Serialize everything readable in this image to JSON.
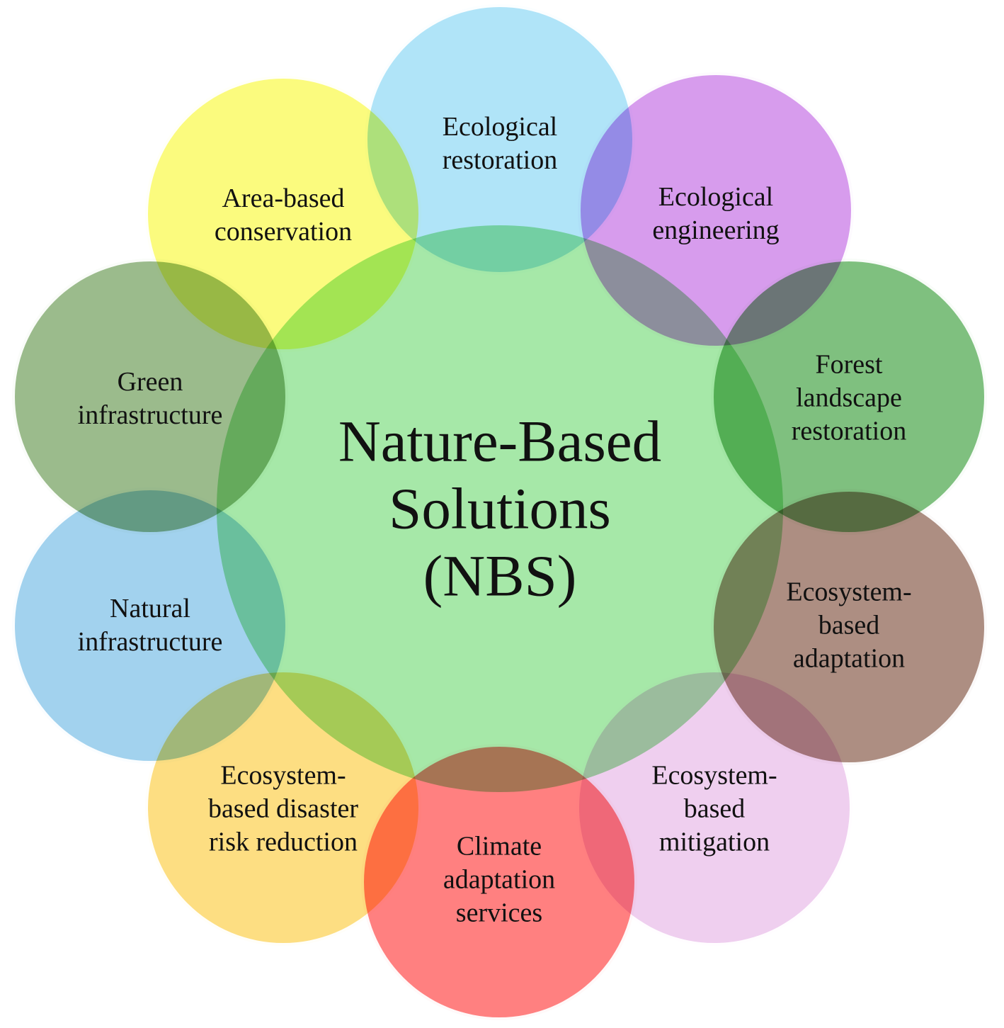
{
  "center": {
    "lines": [
      "Nature-Based",
      "Solutions",
      "(NBS)"
    ],
    "color": "#a6e8a8"
  },
  "nodes": [
    {
      "id": "ecological-restoration",
      "lines": [
        "Ecological",
        "restoration"
      ],
      "color": "#b0e4f8"
    },
    {
      "id": "ecological-engineering",
      "lines": [
        "Ecological",
        "engineering"
      ],
      "color": "#d79ced"
    },
    {
      "id": "forest-landscape-restoration",
      "lines": [
        "Forest",
        "landscape",
        "restoration"
      ],
      "color": "#7fc07f"
    },
    {
      "id": "ecosystem-based-adaptation",
      "lines": [
        "Ecosystem-",
        "based",
        "adaptation"
      ],
      "color": "#ad8e82"
    },
    {
      "id": "ecosystem-based-mitigation",
      "lines": [
        "Ecosystem-",
        "based",
        "mitigation"
      ],
      "color": "#efcfef"
    },
    {
      "id": "climate-adaptation-services",
      "lines": [
        "Climate",
        "adaptation",
        "services"
      ],
      "color": "#ff8080"
    },
    {
      "id": "ecosystem-based-disaster-risk-reduction",
      "lines": [
        "Ecosystem-",
        "based disaster",
        "risk reduction"
      ],
      "color": "#fdde82"
    },
    {
      "id": "natural-infrastructure",
      "lines": [
        "Natural",
        "infrastructure"
      ],
      "color": "#a2d2ee"
    },
    {
      "id": "green-infrastructure",
      "lines": [
        "Green",
        "infrastructure"
      ],
      "color": "#9bbb8c"
    },
    {
      "id": "area-based-conservation",
      "lines": [
        "Area-based",
        "conservation"
      ],
      "color": "#fbfb7e"
    }
  ]
}
